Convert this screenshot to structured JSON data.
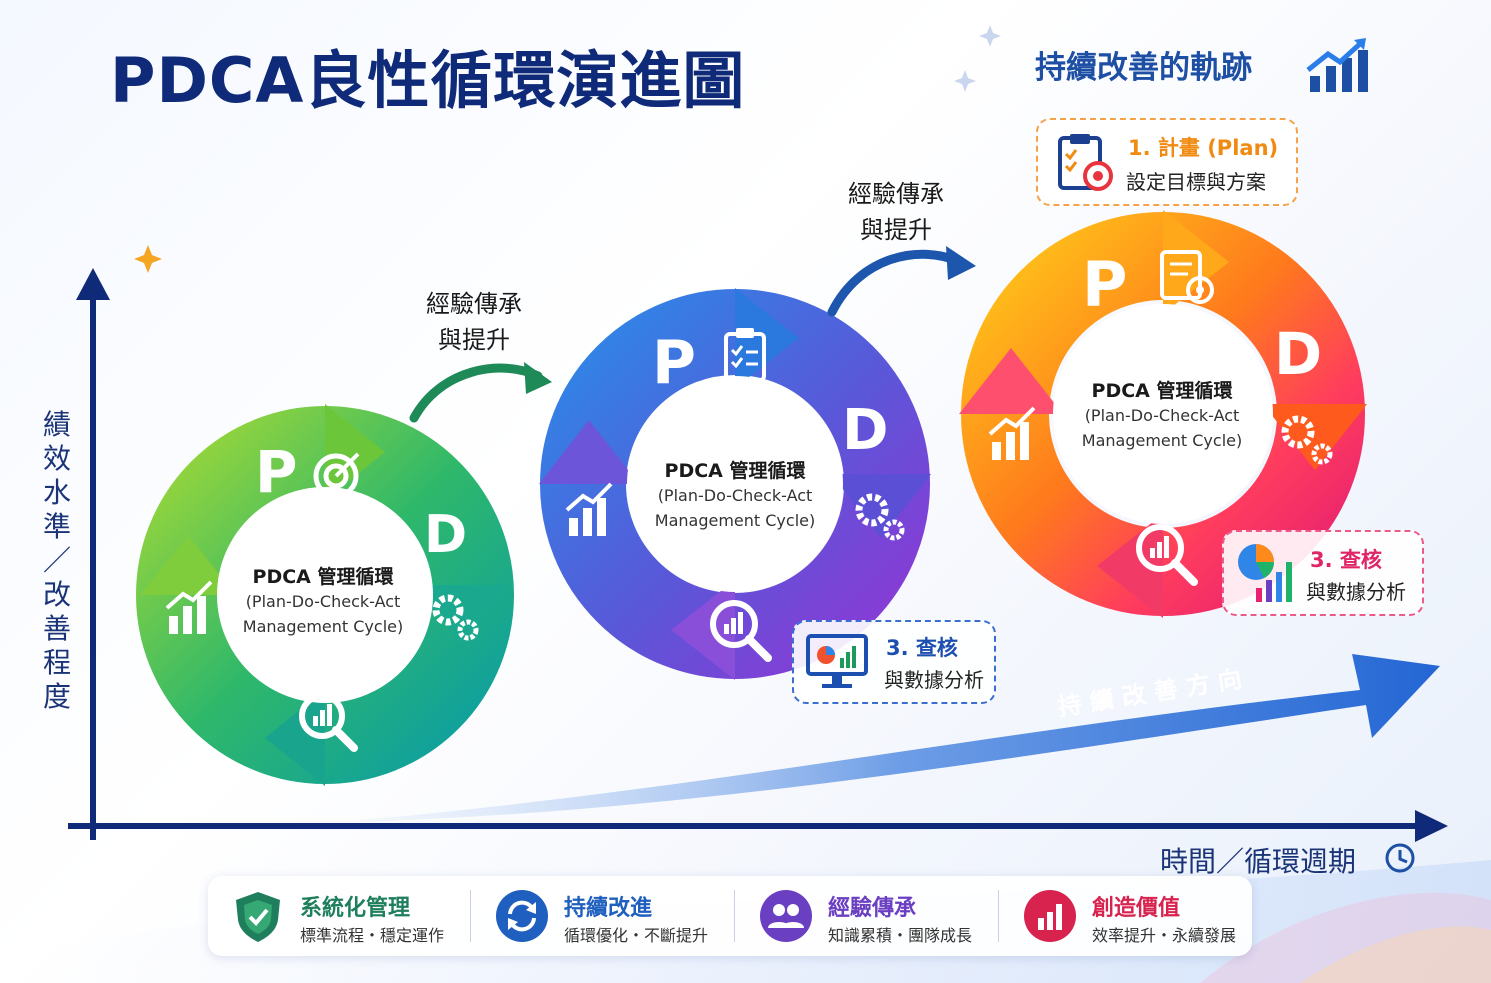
{
  "header": {
    "title": "PDCA良性循環演進圖",
    "subtitle": "持續改善的軌跡"
  },
  "axes": {
    "y_label": "績效水準／改善程度",
    "x_label": "時間／循環週期"
  },
  "cycles": [
    {
      "letter_p": "P",
      "letter_d": "D",
      "title": "PDCA 管理循環",
      "sub1": "(Plan-Do-Check-Act",
      "sub2": "Management Cycle)"
    },
    {
      "letter_p": "P",
      "letter_d": "D",
      "title": "PDCA 管理循環",
      "sub1": "(Plan-Do-Check-Act",
      "sub2": "Management Cycle)"
    },
    {
      "letter_p": "P",
      "letter_d": "D",
      "title": "PDCA 管理循環",
      "sub1": "(Plan-Do-Check-Act",
      "sub2": "Management Cycle)"
    }
  ],
  "transitions": [
    {
      "line1": "經驗傳承",
      "line2": "與提升"
    },
    {
      "line1": "經驗傳承",
      "line2": "與提升"
    }
  ],
  "callouts": {
    "plan": {
      "head": "1. 計畫 (Plan)",
      "desc": "設定目標與方案",
      "color": "#f08a10"
    },
    "check_blue": {
      "head": "3. 查核",
      "desc": "與數據分析",
      "color": "#1c4fb0"
    },
    "check_pink": {
      "head": "3. 查核",
      "desc": "與數據分析",
      "color": "#e02466"
    }
  },
  "trend_arrow_label": "持 續 改 善 方 向",
  "footer": [
    {
      "title": "系統化管理",
      "desc": "標準流程・穩定運作",
      "color": "#1f7f5c",
      "icon": "shield-check-icon"
    },
    {
      "title": "持續改進",
      "desc": "循環優化・不斷提升",
      "color": "#1f5fbf",
      "icon": "refresh-icon"
    },
    {
      "title": "經驗傳承",
      "desc": "知識累積・團隊成長",
      "color": "#6a3fc2",
      "icon": "team-icon"
    },
    {
      "title": "創造價值",
      "desc": "效率提升・永續發展",
      "color": "#d8234f",
      "icon": "bar-chart-icon"
    }
  ],
  "colors": {
    "navy": "#0f2a78",
    "cycle1": [
      "#8bd33a",
      "#14a89a"
    ],
    "cycle2": [
      "#2f7fe0",
      "#7a3fd6"
    ],
    "cycle3": [
      "#ffb300",
      "#ff4a6a"
    ]
  }
}
